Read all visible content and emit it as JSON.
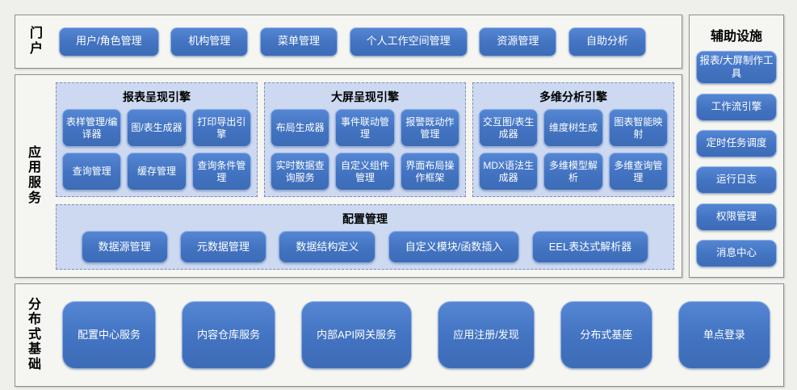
{
  "palette": {
    "page_bg": "#efefec",
    "section_bg": "#f5f5f2",
    "section_border": "#8f8f8f",
    "group_bg": "#ccd9f1",
    "group_dash_border": "#7b8db0",
    "button_blue": "#4273c1",
    "button_border": "#8fb0e8",
    "button_text": "#ffffff"
  },
  "portal": {
    "label": "门户",
    "buttons": [
      "用户/角色管理",
      "机构管理",
      "菜单管理",
      "个人工作空间管理",
      "资源管理",
      "自助分析"
    ]
  },
  "app_services": {
    "label": "应用服务",
    "engines": [
      {
        "title": "报表呈现引擎",
        "buttons": [
          "表样管理/编译器",
          "图/表生成器",
          "打印导出引擎",
          "查询管理",
          "缓存管理",
          "查询条件管理"
        ]
      },
      {
        "title": "大屏呈现引擎",
        "buttons": [
          "布局生成器",
          "事件联动管理",
          "报警既动作管理",
          "实时数据查询服务",
          "自定义组件管理",
          "界面布局操作框架"
        ]
      },
      {
        "title": "多维分析引擎",
        "buttons": [
          "交互图/表生成器",
          "维度树生成",
          "图表智能映射",
          "MDX语法生成器",
          "多维模型解析",
          "多维查询管理"
        ]
      }
    ],
    "config": {
      "title": "配置管理",
      "buttons": [
        "数据源管理",
        "元数据管理",
        "数据结构定义",
        "自定义模块/函数插入",
        "EEL表达式解析器"
      ]
    }
  },
  "aux": {
    "title": "辅助设施",
    "buttons": [
      "报表/大屏制作工具",
      "工作流引擎",
      "定时任务调度",
      "运行日志",
      "权限管理",
      "消息中心"
    ]
  },
  "base": {
    "label": "分布式基础",
    "buttons": [
      "配置中心服务",
      "内容仓库服务",
      "内部API网关服务",
      "应用注册/发现",
      "分布式基座",
      "单点登录"
    ]
  }
}
